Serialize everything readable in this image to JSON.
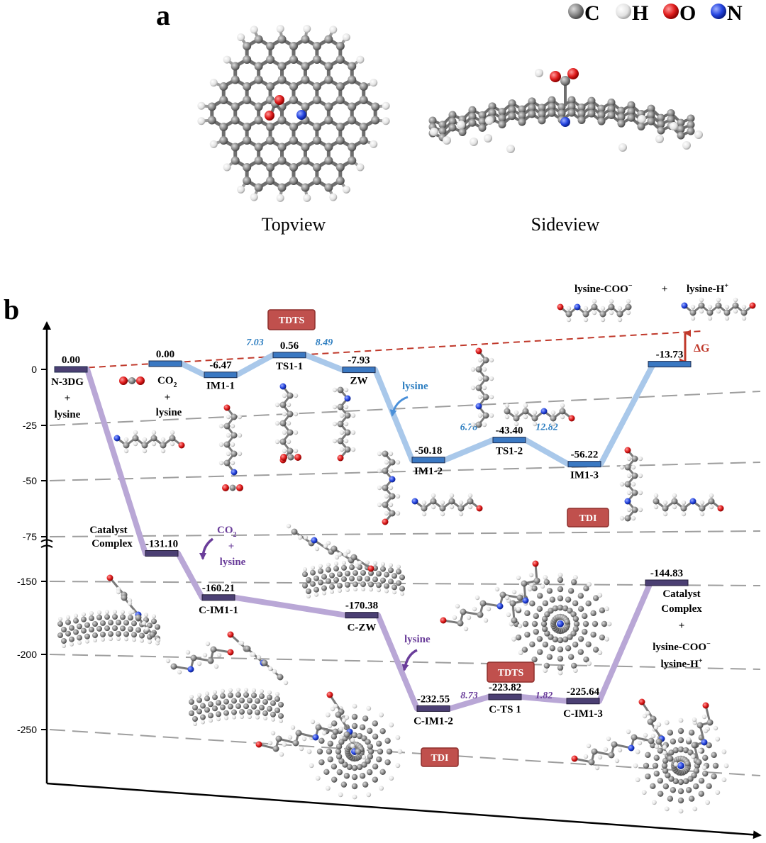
{
  "panel_a": {
    "label": "a",
    "legend": [
      {
        "symbol": "C",
        "color": "#7f7f7f"
      },
      {
        "symbol": "H",
        "color": "#e6e6e6"
      },
      {
        "symbol": "O",
        "color": "#d62020"
      },
      {
        "symbol": "N",
        "color": "#1f3fd6"
      }
    ],
    "captions": [
      "Topview",
      "Sideview"
    ]
  },
  "panel_b": {
    "label": "b",
    "badges": {
      "tdts": "TDTS",
      "tdi": "TDI"
    },
    "notes": {
      "lysine_blue": "lysine",
      "co2_purple": [
        "CO",
        "2",
        "+",
        "lysine"
      ],
      "lysine_purple": "lysine",
      "delta_g": "ΔG",
      "co2_plus_lysine": [
        "CO",
        "2",
        "+",
        "lysine"
      ],
      "n3dg": [
        "N-3DG",
        "+",
        "lysine"
      ],
      "catalyst_complex_left": [
        "Catalyst",
        "Complex"
      ],
      "catalyst_complex_right": [
        "Catalyst",
        "Complex",
        "+",
        "lysine-COO",
        "lysine-H"
      ],
      "products_top": [
        "lysine-COO",
        "+",
        "lysine-H"
      ]
    },
    "colors": {
      "upper_path": "#a9c8ea",
      "upper_level": "#3a78c2",
      "lower_path": "#b9a7d6",
      "lower_level": "#4b3f73",
      "barrier_blue": "#2f7fc1",
      "barrier_purple": "#6a3d9a",
      "badge": "#c0504d",
      "reference_line": "#c0392b"
    }
  },
  "chart_data": {
    "type": "line",
    "title": "",
    "xlabel": "",
    "ylabel": "",
    "yticks_upper": [
      "0",
      "-25",
      "-50",
      "-75"
    ],
    "yticks_lower": [
      "-150",
      "-200",
      "-250"
    ],
    "axis_break": true,
    "series": [
      {
        "name": "",
        "levels": [
          {
            "label": "N-3DG",
            "value": 0.0,
            "text": "0.00"
          },
          {
            "label": "CO2 + lysine",
            "value": 0.0,
            "text": "0.00"
          },
          {
            "label": "IM1-1",
            "value": -6.47,
            "text": "-6.47"
          },
          {
            "label": "TS1-1",
            "value": 0.56,
            "text": "0.56"
          },
          {
            "label": "ZW",
            "value": -7.93,
            "text": "-7.93"
          },
          {
            "label": "IM1-2",
            "value": -50.18,
            "text": "-50.18"
          },
          {
            "label": "TS1-2",
            "value": -43.4,
            "text": "-43.40"
          },
          {
            "label": "IM1-3",
            "value": -56.22,
            "text": "-56.22"
          },
          {
            "label": "lysine-COO- + lysine-H+",
            "value": -13.73,
            "text": "-13.73"
          }
        ],
        "barriers": [
          {
            "between": [
              "IM1-1",
              "TS1-1"
            ],
            "value": 7.03,
            "text": "7.03"
          },
          {
            "between": [
              "TS1-1",
              "ZW"
            ],
            "value": 8.49,
            "text": "8.49"
          },
          {
            "between": [
              "IM1-2",
              "TS1-2"
            ],
            "value": 6.78,
            "text": "6.78"
          },
          {
            "between": [
              "TS1-2",
              "IM1-3"
            ],
            "value": 12.82,
            "text": "12.82"
          }
        ]
      },
      {
        "name": "",
        "levels": [
          {
            "label": "Catalyst Complex",
            "value": -131.1,
            "text": "-131.10"
          },
          {
            "label": "C-IM1-1",
            "value": -160.21,
            "text": "-160.21"
          },
          {
            "label": "C-ZW",
            "value": -170.38,
            "text": "-170.38"
          },
          {
            "label": "C-IM1-2",
            "value": -232.55,
            "text": "-232.55"
          },
          {
            "label": "C-TS 1",
            "value": -223.82,
            "text": "-223.82"
          },
          {
            "label": "C-IM1-3",
            "value": -225.64,
            "text": "-225.64"
          },
          {
            "label": "Catalyst Complex + lysine-COO- lysine-H+",
            "value": -144.83,
            "text": "-144.83"
          }
        ],
        "barriers": [
          {
            "between": [
              "C-IM1-2",
              "C-TS 1"
            ],
            "value": 8.73,
            "text": "8.73"
          },
          {
            "between": [
              "C-TS 1",
              "C-IM1-3"
            ],
            "value": 1.82,
            "text": "1.82"
          }
        ]
      }
    ]
  }
}
